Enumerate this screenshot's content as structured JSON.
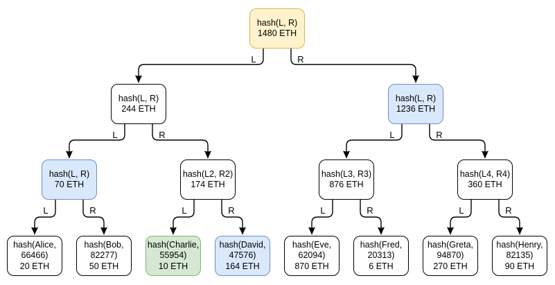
{
  "palette": {
    "yellow": {
      "fill": "#FFF2CC",
      "border": "#D6B656"
    },
    "blue": {
      "fill": "#DAE8FC",
      "border": "#6C8EBF"
    },
    "green": {
      "fill": "#D5E8D4",
      "border": "#82B366"
    },
    "white": {
      "fill": "#FFFFFF",
      "border": "#000000"
    },
    "edge_color": "#000000",
    "text_color": "#000000"
  },
  "nodes": {
    "root": {
      "hash": "hash(L, R)",
      "amount": "1480 ETH",
      "color": "yellow"
    },
    "n_l": {
      "hash": "hash(L, R)",
      "amount": "244 ETH",
      "color": "white"
    },
    "n_r": {
      "hash": "hash(L, R)",
      "amount": "1236 ETH",
      "color": "blue"
    },
    "n_ll": {
      "hash": "hash(L, R)",
      "amount": "70 ETH",
      "color": "blue"
    },
    "n_lr": {
      "hash": "hash(L2, R2)",
      "amount": "174 ETH",
      "color": "white"
    },
    "n_rl": {
      "hash": "hash(L3, R3)",
      "amount": "876 ETH",
      "color": "white"
    },
    "n_rr": {
      "hash": "hash(L4, R4)",
      "amount": "360 ETH",
      "color": "white"
    },
    "leaf_alice": {
      "hash": "hash(Alice, 66466)",
      "amount": "20 ETH",
      "color": "white"
    },
    "leaf_bob": {
      "hash": "hash(Bob, 82277)",
      "amount": "50 ETH",
      "color": "white"
    },
    "leaf_charlie": {
      "hash": "hash(Charlie, 55954)",
      "amount": "10 ETH",
      "color": "green"
    },
    "leaf_david": {
      "hash": "hash(David, 47576)",
      "amount": "164 ETH",
      "color": "blue"
    },
    "leaf_eve": {
      "hash": "hash(Eve, 62094)",
      "amount": "870 ETH",
      "color": "white"
    },
    "leaf_fred": {
      "hash": "hash(Fred, 20313)",
      "amount": "6 ETH",
      "color": "white"
    },
    "leaf_greta": {
      "hash": "hash(Greta, 94870)",
      "amount": "270 ETH",
      "color": "white"
    },
    "leaf_henry": {
      "hash": "hash(Henry, 82135)",
      "amount": "90 ETH",
      "color": "white"
    }
  },
  "edges": [
    {
      "from": "root",
      "to": "n_l",
      "label": "L"
    },
    {
      "from": "root",
      "to": "n_r",
      "label": "R"
    },
    {
      "from": "n_l",
      "to": "n_ll",
      "label": "L"
    },
    {
      "from": "n_l",
      "to": "n_lr",
      "label": "R"
    },
    {
      "from": "n_r",
      "to": "n_rl",
      "label": "L"
    },
    {
      "from": "n_r",
      "to": "n_rr",
      "label": "R"
    },
    {
      "from": "n_ll",
      "to": "leaf_alice",
      "label": "L"
    },
    {
      "from": "n_ll",
      "to": "leaf_bob",
      "label": "R"
    },
    {
      "from": "n_lr",
      "to": "leaf_charlie",
      "label": "L"
    },
    {
      "from": "n_lr",
      "to": "leaf_david",
      "label": "R"
    },
    {
      "from": "n_rl",
      "to": "leaf_eve",
      "label": "L"
    },
    {
      "from": "n_rl",
      "to": "leaf_fred",
      "label": "R"
    },
    {
      "from": "n_rr",
      "to": "leaf_greta",
      "label": "L"
    },
    {
      "from": "n_rr",
      "to": "leaf_henry",
      "label": "R"
    }
  ]
}
